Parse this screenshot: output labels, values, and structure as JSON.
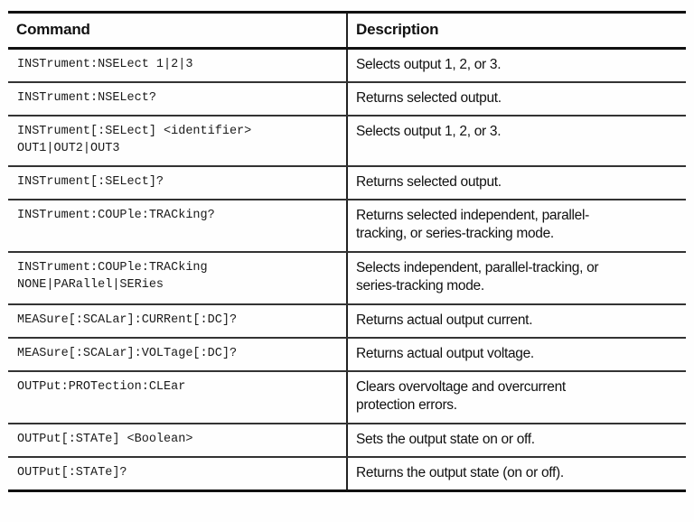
{
  "document": {
    "type": "command-reference-table",
    "background_color": "#fefefe",
    "text_color": "#111111",
    "rule_color": "#222222"
  },
  "table": {
    "columns": [
      {
        "key": "command",
        "header": "Command"
      },
      {
        "key": "description",
        "header": "Description"
      }
    ],
    "rows": [
      {
        "command_lines": [
          "INSTrument:NSELect 1|2|3"
        ],
        "description_lines": [
          "Selects output 1, 2, or 3."
        ]
      },
      {
        "command_lines": [
          "INSTrument:NSELect?"
        ],
        "description_lines": [
          "Returns selected output."
        ]
      },
      {
        "command_lines": [
          "INSTrument[:SELect] <identifier>",
          "OUT1|OUT2|OUT3"
        ],
        "description_lines": [
          "Selects output 1, 2, or 3."
        ]
      },
      {
        "command_lines": [
          "INSTrument[:SELect]?"
        ],
        "description_lines": [
          "Returns selected output."
        ]
      },
      {
        "command_lines": [
          "INSTrument:COUPle:TRACking?"
        ],
        "description_lines": [
          "Returns selected independent, parallel-",
          "tracking, or series-tracking mode."
        ]
      },
      {
        "command_lines": [
          "INSTrument:COUPle:TRACking",
          "NONE|PARallel|SERies"
        ],
        "description_lines": [
          "Selects independent, parallel-tracking, or",
          "series-tracking mode."
        ]
      },
      {
        "command_lines": [
          "MEASure[:SCALar]:CURRent[:DC]?"
        ],
        "description_lines": [
          "Returns actual output current."
        ]
      },
      {
        "command_lines": [
          "MEASure[:SCALar]:VOLTage[:DC]?"
        ],
        "description_lines": [
          "Returns actual output voltage."
        ]
      },
      {
        "command_lines": [
          "OUTPut:PROTection:CLEar"
        ],
        "description_lines": [
          "Clears overvoltage and overcurrent",
          "protection errors."
        ]
      },
      {
        "command_lines": [
          "OUTPut[:STATe] <Boolean>"
        ],
        "description_lines": [
          "Sets the output state on or off."
        ]
      },
      {
        "command_lines": [
          "OUTPut[:STATe]?"
        ],
        "description_lines": [
          "Returns the output state (on or off)."
        ]
      }
    ]
  }
}
